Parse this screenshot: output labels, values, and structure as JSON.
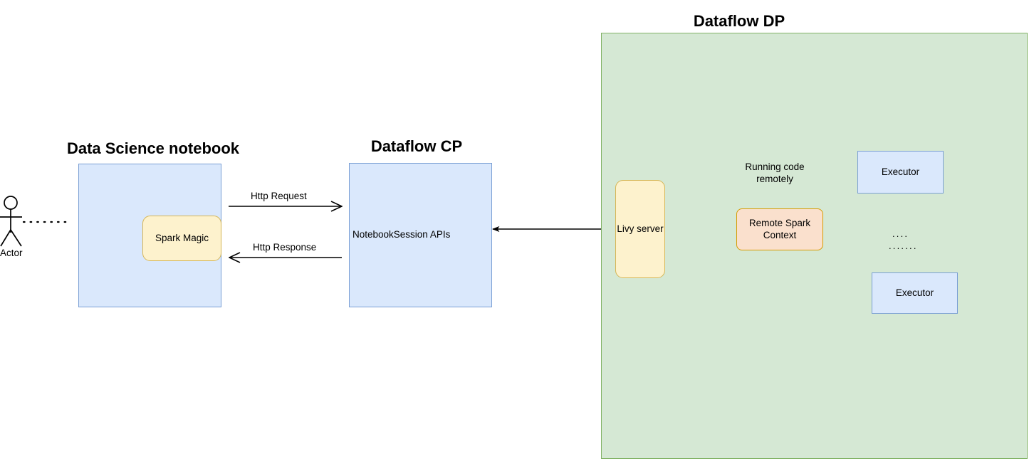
{
  "diagram": {
    "title_notebook": "Data Science notebook",
    "title_cp": "Dataflow CP",
    "title_dp": "Dataflow DP"
  },
  "actor": {
    "label": "Actor"
  },
  "notebook": {
    "spark_magic_label": "Spark Magic"
  },
  "control_plane": {
    "api_label": "NotebookSession APIs"
  },
  "messages": {
    "http_request": "Http Request",
    "http_response": "Http Response"
  },
  "data_plane": {
    "livy_label": "Livy server",
    "cloud_caption": "Running code remotely",
    "remote_spark_context_label": "Remote Spark Context",
    "executor_top_label": "Executor",
    "executor_bottom_label": "Executor",
    "ellipsis_top": "....",
    "ellipsis_bottom": "......."
  },
  "colors": {
    "blue_fill": "#dae8fc",
    "blue_stroke": "#7a9fd4",
    "green_fill": "#d5e8d4",
    "green_stroke": "#82b366",
    "yellow_fill_light": "#fdf2cd",
    "yellow_stroke": "#d6b656",
    "cloud_top": "#fdf3ce",
    "cloud_bottom": "#ffd966",
    "cloud_stroke": "#d6a429",
    "peach_fill": "#fae0cd",
    "peach_stroke": "#d79b00",
    "line": "#000000"
  }
}
